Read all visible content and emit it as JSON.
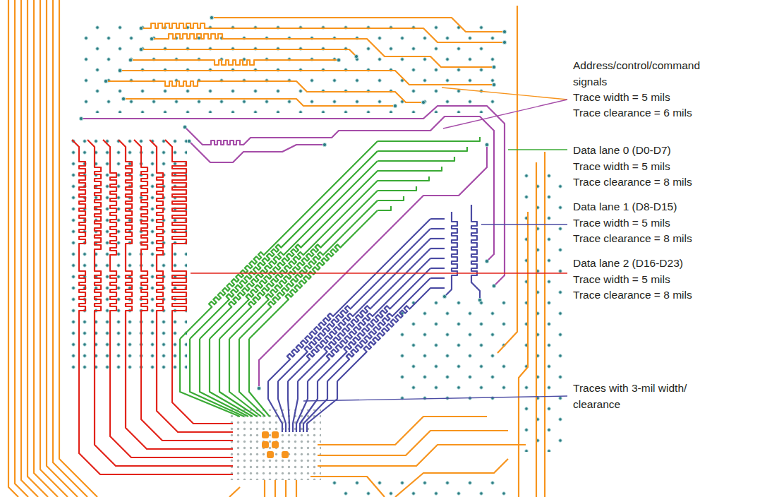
{
  "diagram": {
    "labels": [
      "Address/control/command signals",
      "Trace width = 5 mils",
      "Trace clearance = 6 mils",
      "Data lane 0 (D0-D7)",
      "Trace width = 5 mils",
      "Trace clearance = 8 mils",
      "Data lane 1 (D8-D15)",
      "Trace width = 5 mils",
      "Trace clearance = 8 mils",
      "Data lane 2 (D16-D23)",
      "Trace width = 5 mils",
      "Trace clearance = 8 mils",
      "Traces with 3-mil width/ clearance"
    ]
  }
}
